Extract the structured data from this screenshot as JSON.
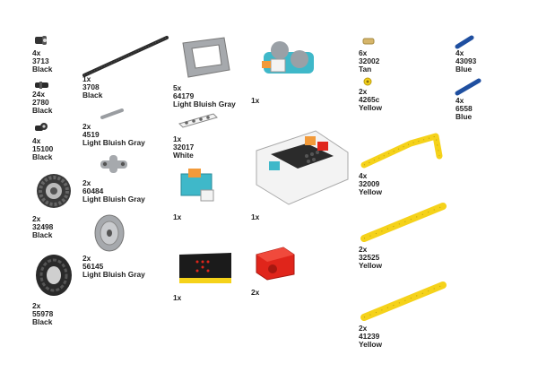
{
  "parts": [
    {
      "qty": "4x",
      "id": "3713",
      "color": "Black"
    },
    {
      "qty": "24x",
      "id": "2780",
      "color": "Black"
    },
    {
      "qty": "4x",
      "id": "15100",
      "color": "Black"
    },
    {
      "qty": "2x",
      "id": "32498",
      "color": "Black"
    },
    {
      "qty": "2x",
      "id": "55978",
      "color": "Black"
    },
    {
      "qty": "1x",
      "id": "3708",
      "color": "Black"
    },
    {
      "qty": "2x",
      "id": "4519",
      "color": "Light Bluish Gray"
    },
    {
      "qty": "2x",
      "id": "60484",
      "color": "Light Bluish Gray"
    },
    {
      "qty": "2x",
      "id": "56145",
      "color": "Light Bluish Gray"
    },
    {
      "qty": "5x",
      "id": "64179",
      "color": "Light Bluish Gray"
    },
    {
      "qty": "1x",
      "id": "32017",
      "color": "White"
    },
    {
      "qty": "1x"
    },
    {
      "qty": "1x"
    },
    {
      "qty": "1x"
    },
    {
      "qty": "1x"
    },
    {
      "qty": "2x"
    },
    {
      "qty": "6x",
      "id": "32002",
      "color": "Tan"
    },
    {
      "qty": "2x",
      "id": "4265c",
      "color": "Yellow"
    },
    {
      "qty": "4x",
      "id": "32009",
      "color": "Yellow"
    },
    {
      "qty": "2x",
      "id": "32525",
      "color": "Yellow"
    },
    {
      "qty": "2x",
      "id": "41239",
      "color": "Yellow"
    },
    {
      "qty": "4x",
      "id": "43093",
      "color": "Blue"
    },
    {
      "qty": "4x",
      "id": "6558",
      "color": "Blue"
    }
  ],
  "colors": {
    "black": "#2b2b2b",
    "gray": "#a6a9ad",
    "yellow": "#f5d21a",
    "blue": "#1f4fa0",
    "tan": "#d6b56a",
    "red": "#e0251b",
    "white": "#f3f3f3",
    "teal": "#3fb8c9",
    "orange": "#f29a3a"
  },
  "icons": [
    "bush-icon",
    "pin-connector-icon",
    "pin-with-hole-icon",
    "wheel-icon",
    "tire-icon",
    "axle-icon",
    "short-axle-icon",
    "axle-joiner-icon",
    "hub-icon",
    "frame-icon",
    "liftarm-icon",
    "sensor-icon",
    "ultrasonic-sensor-icon",
    "controller-board-icon",
    "microbit-icon",
    "motor-icon",
    "friction-pin-icon",
    "yellow-pin-icon",
    "bent-beam-icon",
    "beam-icon",
    "axle-pin-icon"
  ]
}
